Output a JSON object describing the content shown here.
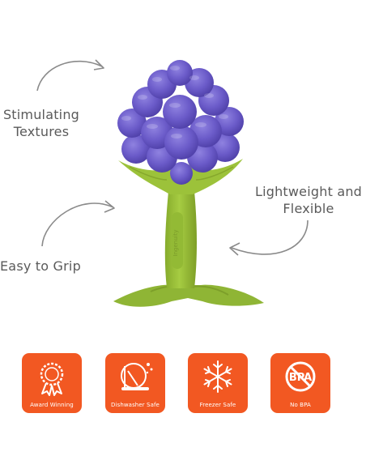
{
  "callouts": {
    "stimulating": [
      "Stimulating",
      "Textures"
    ],
    "lightweight": [
      "Lightweight and",
      "Flexible"
    ],
    "grip": "Easy to Grip"
  },
  "product": {
    "stem_text": "Ingenuity"
  },
  "badges": [
    {
      "label": "Award Winning",
      "icon": "award-ribbon-icon",
      "color": "#f25822"
    },
    {
      "label": "Dishwasher Safe",
      "icon": "dishwasher-icon",
      "color": "#f25822"
    },
    {
      "label": "Freezer Safe",
      "icon": "snowflake-icon",
      "color": "#f25822"
    },
    {
      "label": "No BPA",
      "icon": "no-bpa-icon",
      "color": "#f25822",
      "icon_text": "BPA"
    }
  ],
  "colors": {
    "grape": "#6a5ac8",
    "stem": "#9cc23a",
    "badge": "#f25822",
    "text": "#5a5a5a",
    "arrow": "#8a8a8a"
  }
}
